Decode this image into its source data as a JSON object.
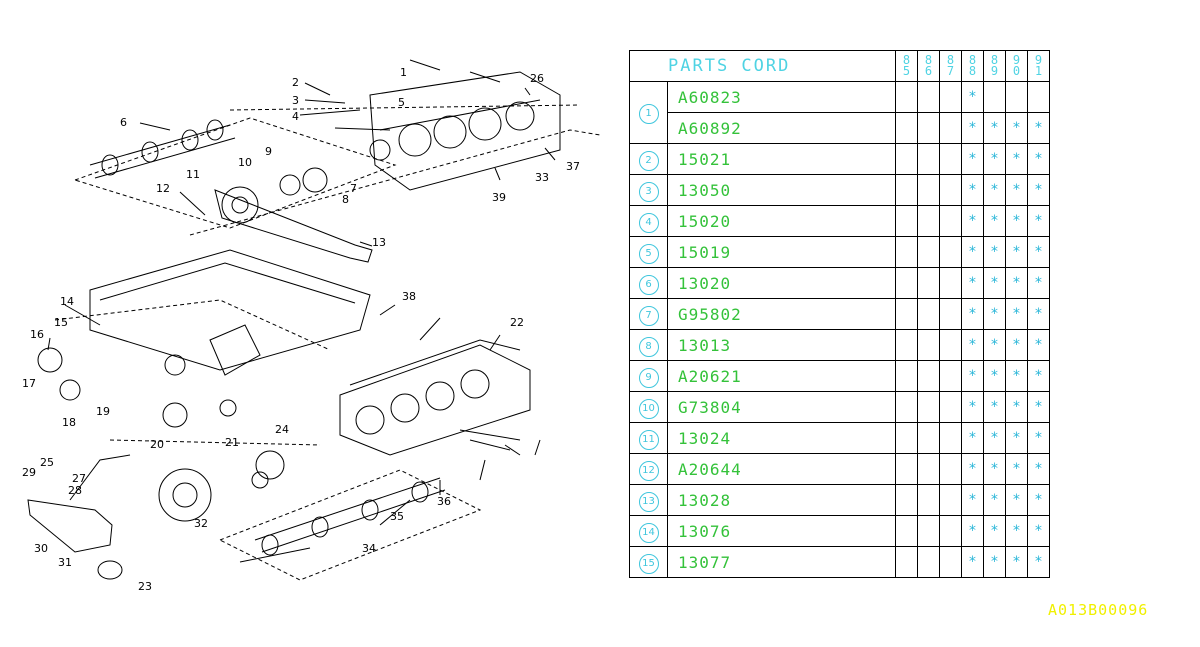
{
  "header": {
    "title": "PARTS CORD",
    "years": [
      [
        "8",
        "5"
      ],
      [
        "8",
        "6"
      ],
      [
        "8",
        "7"
      ],
      [
        "8",
        "8"
      ],
      [
        "8",
        "9"
      ],
      [
        "9",
        "0"
      ],
      [
        "9",
        "1"
      ]
    ]
  },
  "rows": [
    {
      "index": "1",
      "code": "A60823",
      "marks": [
        "",
        "",
        "",
        "*",
        "",
        "",
        ""
      ]
    },
    {
      "index": "",
      "code": "A60892",
      "marks": [
        "",
        "",
        "",
        "*",
        "*",
        "*",
        "*"
      ]
    },
    {
      "index": "2",
      "code": "15021",
      "marks": [
        "",
        "",
        "",
        "*",
        "*",
        "*",
        "*"
      ]
    },
    {
      "index": "3",
      "code": "13050",
      "marks": [
        "",
        "",
        "",
        "*",
        "*",
        "*",
        "*"
      ]
    },
    {
      "index": "4",
      "code": "15020",
      "marks": [
        "",
        "",
        "",
        "*",
        "*",
        "*",
        "*"
      ]
    },
    {
      "index": "5",
      "code": "15019",
      "marks": [
        "",
        "",
        "",
        "*",
        "*",
        "*",
        "*"
      ]
    },
    {
      "index": "6",
      "code": "13020",
      "marks": [
        "",
        "",
        "",
        "*",
        "*",
        "*",
        "*"
      ]
    },
    {
      "index": "7",
      "code": "G95802",
      "marks": [
        "",
        "",
        "",
        "*",
        "*",
        "*",
        "*"
      ]
    },
    {
      "index": "8",
      "code": "13013",
      "marks": [
        "",
        "",
        "",
        "*",
        "*",
        "*",
        "*"
      ]
    },
    {
      "index": "9",
      "code": "A20621",
      "marks": [
        "",
        "",
        "",
        "*",
        "*",
        "*",
        "*"
      ]
    },
    {
      "index": "10",
      "code": "G73804",
      "marks": [
        "",
        "",
        "",
        "*",
        "*",
        "*",
        "*"
      ]
    },
    {
      "index": "11",
      "code": "13024",
      "marks": [
        "",
        "",
        "",
        "*",
        "*",
        "*",
        "*"
      ]
    },
    {
      "index": "12",
      "code": "A20644",
      "marks": [
        "",
        "",
        "",
        "*",
        "*",
        "*",
        "*"
      ]
    },
    {
      "index": "13",
      "code": "13028",
      "marks": [
        "",
        "",
        "",
        "*",
        "*",
        "*",
        "*"
      ]
    },
    {
      "index": "14",
      "code": "13076",
      "marks": [
        "",
        "",
        "",
        "*",
        "*",
        "*",
        "*"
      ]
    },
    {
      "index": "15",
      "code": "13077",
      "marks": [
        "",
        "",
        "",
        "*",
        "*",
        "*",
        "*"
      ]
    }
  ],
  "diagram": {
    "callouts": [
      "1",
      "2",
      "3",
      "4",
      "5",
      "6",
      "7",
      "8",
      "9",
      "10",
      "11",
      "12",
      "13",
      "26",
      "33",
      "37",
      "39",
      "14",
      "15",
      "16",
      "17",
      "18",
      "19",
      "20",
      "21",
      "22",
      "24",
      "38",
      "25",
      "27",
      "28",
      "29",
      "30",
      "31",
      "32",
      "23",
      "34",
      "35",
      "36"
    ]
  },
  "reference": "A013B00096",
  "colors": {
    "header": "#4fd3e3",
    "code": "#34c23a",
    "mark": "#2bb6d8",
    "reference": "#f0f000"
  }
}
